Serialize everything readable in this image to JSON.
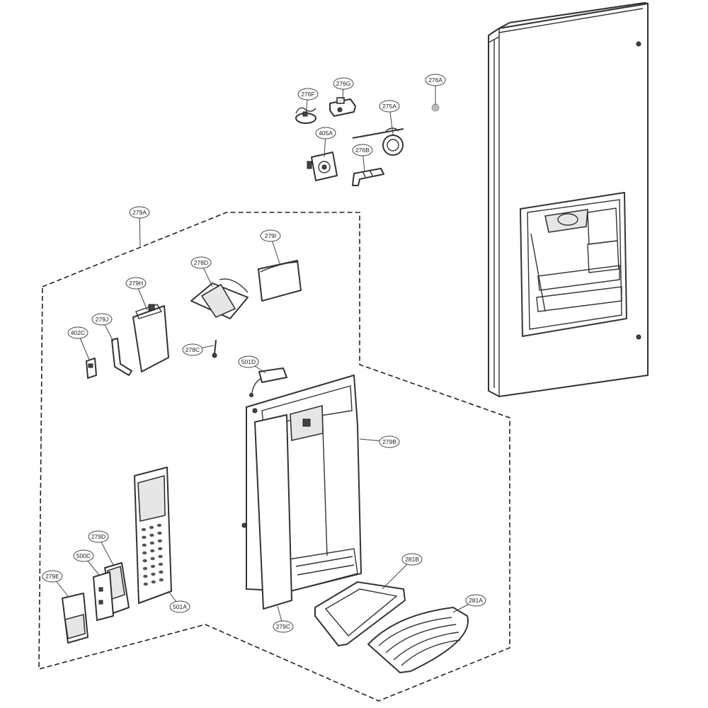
{
  "callouts": [
    {
      "id": "276A",
      "label": "276A"
    },
    {
      "id": "276F",
      "label": "276F"
    },
    {
      "id": "276G",
      "label": "276G"
    },
    {
      "id": "275A",
      "label": "275A"
    },
    {
      "id": "405A",
      "label": "405A"
    },
    {
      "id": "276B",
      "label": "276B"
    },
    {
      "id": "279A",
      "label": "279A"
    },
    {
      "id": "279I",
      "label": "279I"
    },
    {
      "id": "278D",
      "label": "278D"
    },
    {
      "id": "279H",
      "label": "279H"
    },
    {
      "id": "279J",
      "label": "279J"
    },
    {
      "id": "402C",
      "label": "402C"
    },
    {
      "id": "278C",
      "label": "278C"
    },
    {
      "id": "501D",
      "label": "501D"
    },
    {
      "id": "279B",
      "label": "279B"
    },
    {
      "id": "279D",
      "label": "279D"
    },
    {
      "id": "500C",
      "label": "500C"
    },
    {
      "id": "279E",
      "label": "279E"
    },
    {
      "id": "501A",
      "label": "501A"
    },
    {
      "id": "281B",
      "label": "281B"
    },
    {
      "id": "281A",
      "label": "281A"
    },
    {
      "id": "279C",
      "label": "279C"
    }
  ]
}
